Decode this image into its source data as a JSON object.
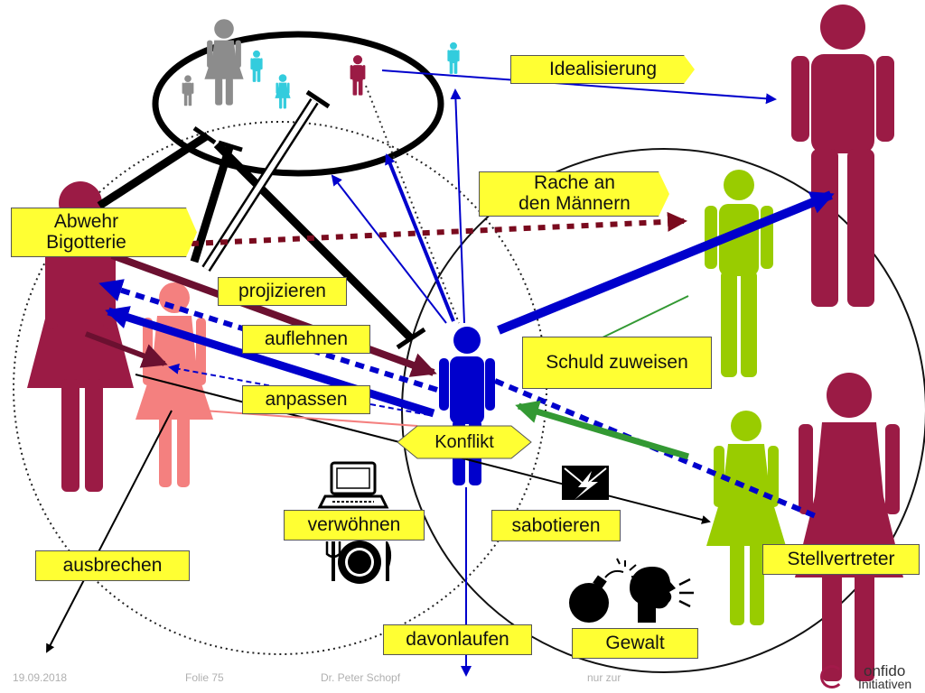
{
  "labels": {
    "idealisierung": "Idealisierung",
    "rache_line1": "Rache an",
    "rache_line2": "den Männern",
    "abwehr_line1": "Abwehr",
    "abwehr_line2": "Bigotterie",
    "projizieren": "projizieren",
    "auflehnen": "auflehnen",
    "schuld_zuweisen": "Schuld zuweisen",
    "anpassen": "anpassen",
    "konflikt": "Konflikt",
    "verwoehnen": "verwöhnen",
    "sabotieren": "sabotieren",
    "stellvertreter": "Stellvertreter",
    "ausbrechen": "ausbrechen",
    "davonlaufen": "davonlaufen",
    "gewalt": "Gewalt"
  },
  "footer": {
    "date": "19.09.2018",
    "slide": "Folie 75",
    "author": "Dr. Peter Schopf",
    "note": "nur zur"
  },
  "logo": {
    "line1": "onfido",
    "line2": "Initiativen"
  },
  "colors": {
    "maroon": "#9b1b45",
    "pink": "#f4807f",
    "blue": "#0000cc",
    "lime": "#99cc00",
    "cyan": "#33ccdd",
    "gray": "#8c8c8c",
    "label_bg": "#ffff33",
    "arrow_darkred": "#7a0a1e",
    "arrow_green": "#339933"
  },
  "icons": [
    "laptop-icon",
    "plate-cutlery-icon",
    "envelope-lightning-icon",
    "bomb-icon",
    "shouting-head-icon",
    "pointing-hand-icon"
  ]
}
